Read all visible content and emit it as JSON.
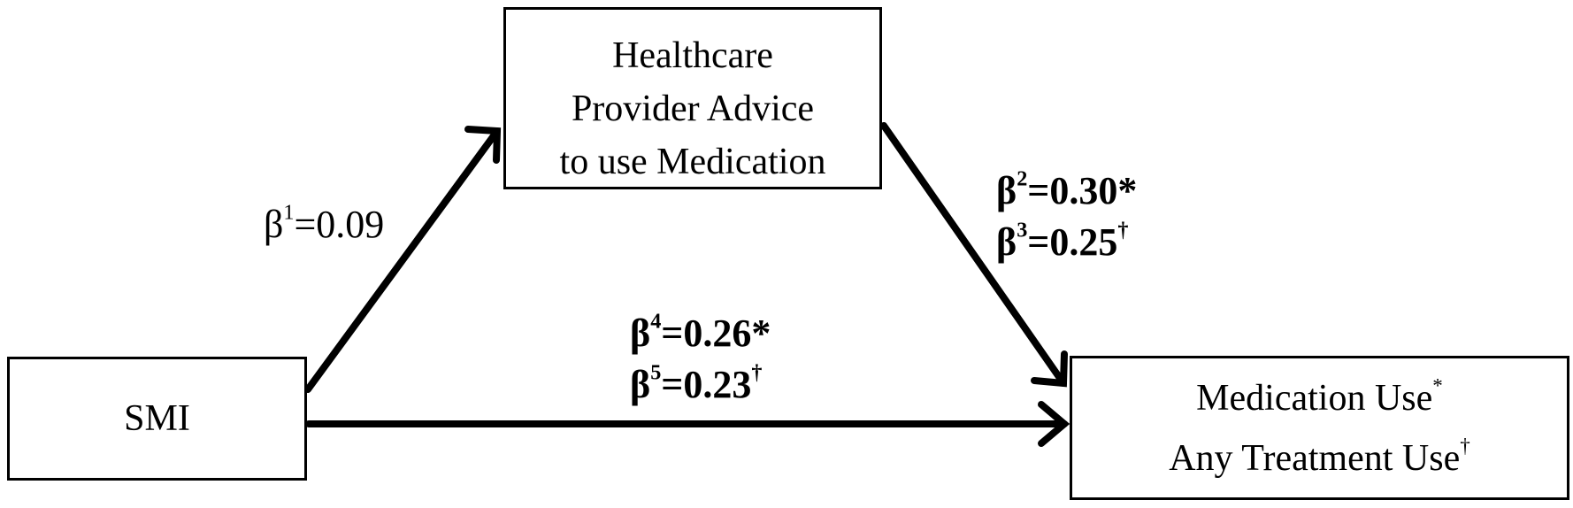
{
  "nodes": {
    "mediator": {
      "lines": [
        "Healthcare",
        "Provider Advice",
        "to use Medication"
      ]
    },
    "predictor": {
      "label": "SMI"
    },
    "outcome": {
      "line1": "Medication Use",
      "line1_mark": "*",
      "line2": "Any Treatment Use",
      "line2_mark": "†"
    }
  },
  "paths": {
    "a": {
      "rows": [
        {
          "symbol": "β",
          "index": "1",
          "value": "=0.09",
          "mark": ""
        }
      ]
    },
    "b": {
      "rows": [
        {
          "symbol": "β",
          "index": "2",
          "value": "=0.30",
          "mark": "*"
        },
        {
          "symbol": "β",
          "index": "3",
          "value": "=0.25",
          "mark": "†"
        }
      ]
    },
    "c": {
      "rows": [
        {
          "symbol": "β",
          "index": "4",
          "value": "=0.26",
          "mark": "*"
        },
        {
          "symbol": "β",
          "index": "5",
          "value": "=0.23",
          "mark": "†"
        }
      ]
    }
  },
  "colors": {
    "stroke": "#000000",
    "background": "#ffffff"
  }
}
